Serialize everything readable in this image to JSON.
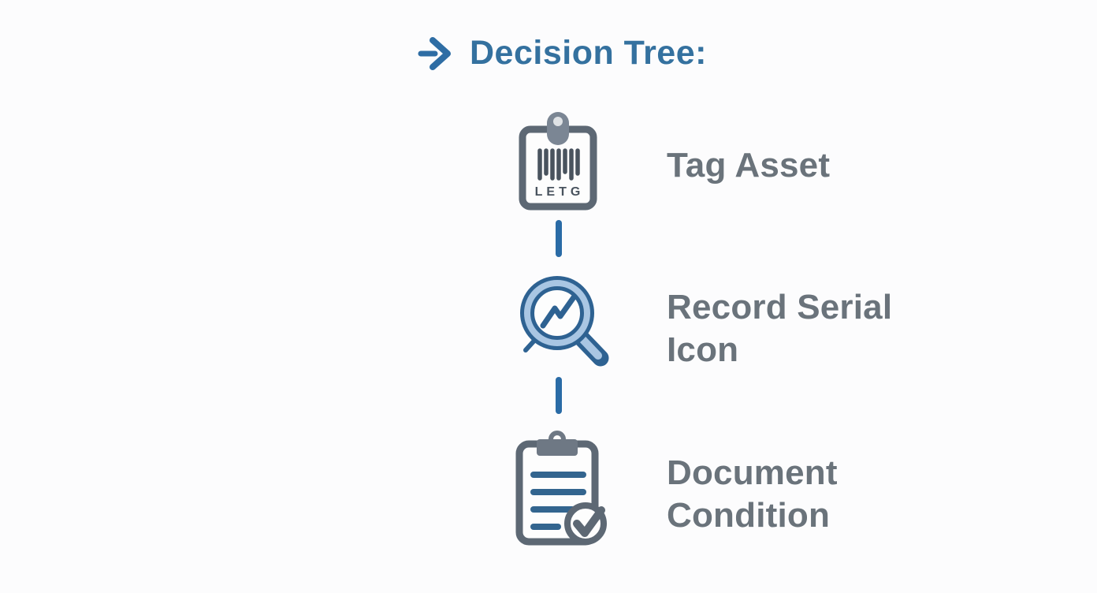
{
  "title": {
    "label": "Decision Tree:"
  },
  "steps": [
    {
      "label": "Tag Asset",
      "icon": "tag-barcode-icon",
      "tag_code": "LETG"
    },
    {
      "label": "Record Serial Icon",
      "icon": "magnifier-trend-icon"
    },
    {
      "label": "Document Condition",
      "icon": "clipboard-check-icon"
    }
  ],
  "colors": {
    "background": "#fcfcfd",
    "title_blue": "#34719f",
    "label_gray": "#6a737b",
    "connector_blue": "#2a6ba6",
    "icon_outline_gray": "#5d6874",
    "icon_dark_blue": "#2e6292",
    "icon_light_blue": "#a9c6e3",
    "clipboard_line_blue": "#33658f"
  }
}
